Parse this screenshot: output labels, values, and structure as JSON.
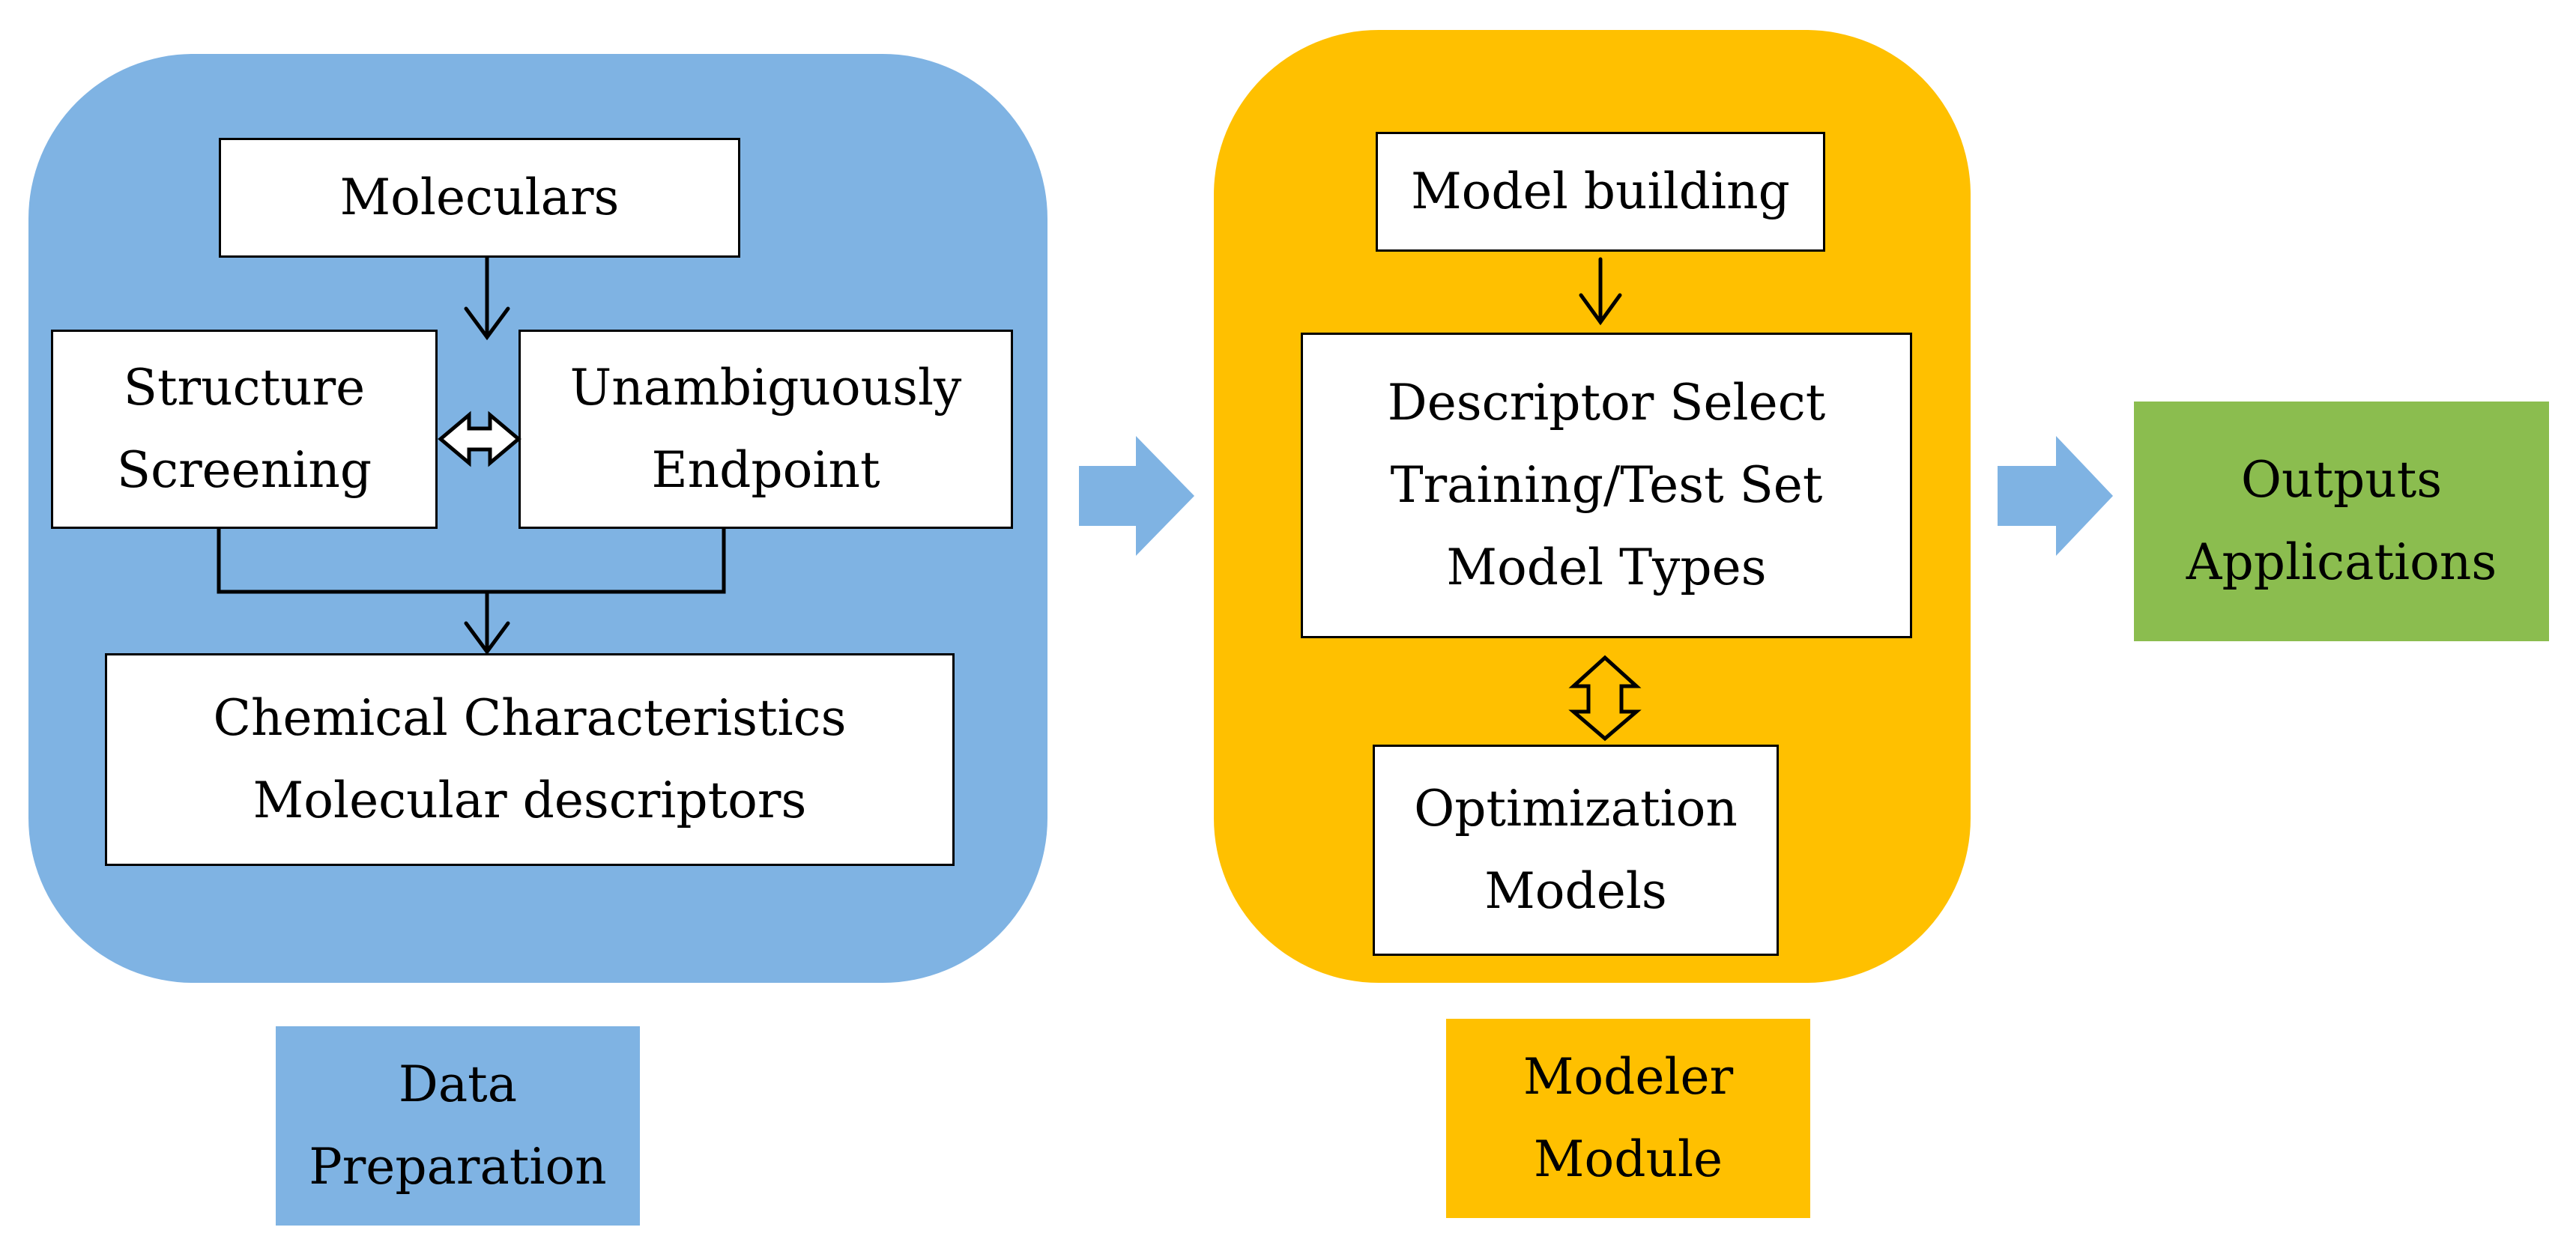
{
  "colors": {
    "data_panel": "#7fb3e3",
    "modeler_panel": "#ffc000",
    "outputs_box": "#8bbd4f",
    "flow_arrow": "#7fb3e3",
    "line": "#000000",
    "box_fill": "#ffffff"
  },
  "data_preparation": {
    "molecular": "Moleculars",
    "structure": [
      "Structure",
      "Screening"
    ],
    "endpoint": [
      "Unambiguously",
      "Endpoint"
    ],
    "characteristics": [
      "Chemical Characteristics",
      "Molecular descriptors"
    ],
    "label": [
      "Data",
      "Preparation"
    ]
  },
  "modeler": {
    "building": "Model building",
    "select": [
      "Descriptor Select",
      "Training/Test Set",
      "Model Types"
    ],
    "optimization": [
      "Optimization",
      "Models"
    ],
    "label": [
      "Modeler",
      "Module"
    ]
  },
  "outputs": [
    "Outputs",
    "Applications"
  ]
}
